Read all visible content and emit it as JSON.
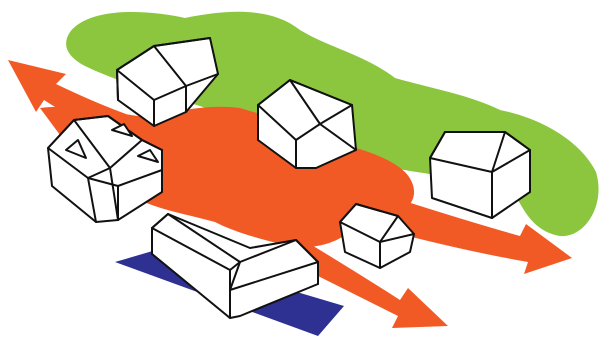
{
  "illustration": {
    "colors": {
      "background": "#ffffff",
      "vegetation": "#8cc63f",
      "flow": "#f15a24",
      "paved_area": "#2e3192",
      "building_fill": "#ffffff",
      "building_outline": "#111111"
    },
    "elements": {
      "vegetation_band": "green-buffer",
      "flow_paths": "orange-arrows",
      "paved_slab": "blue-paved-area",
      "buildings": [
        "house",
        "house",
        "house",
        "house",
        "house",
        "complex-roof-house",
        "l-shaped-building"
      ]
    }
  }
}
